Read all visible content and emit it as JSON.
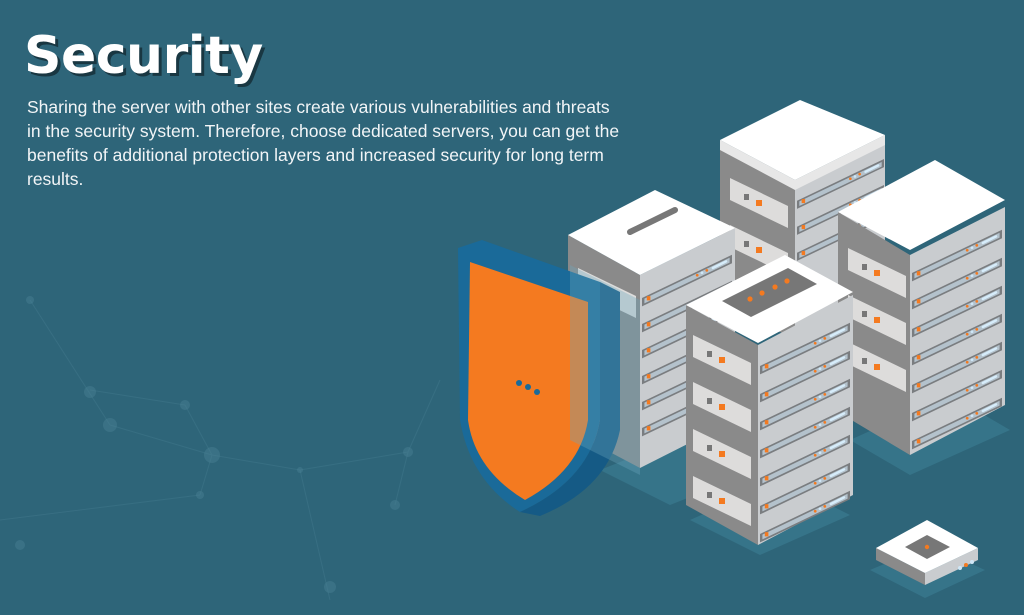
{
  "slide": {
    "title": "Security",
    "description": "Sharing the server with other sites create various vulnerabilities and threats in the security system. Therefore, choose dedicated servers, you can get the benefits of additional protection layers and increased security for long term results."
  },
  "illustration": {
    "elements": [
      "shield",
      "server-rack-back-left",
      "server-rack-back-center",
      "server-rack-right",
      "server-rack-front",
      "router-device"
    ],
    "colors": {
      "background": "#2e6579",
      "shield_fill": "#f47a20",
      "shield_border": "#1f6e9e",
      "server_top": "#ffffff",
      "server_side": "#8a8a8a",
      "server_face": "#b9bcbf",
      "led_orange": "#f47a20",
      "led_blue": "#cfe7f7"
    }
  }
}
